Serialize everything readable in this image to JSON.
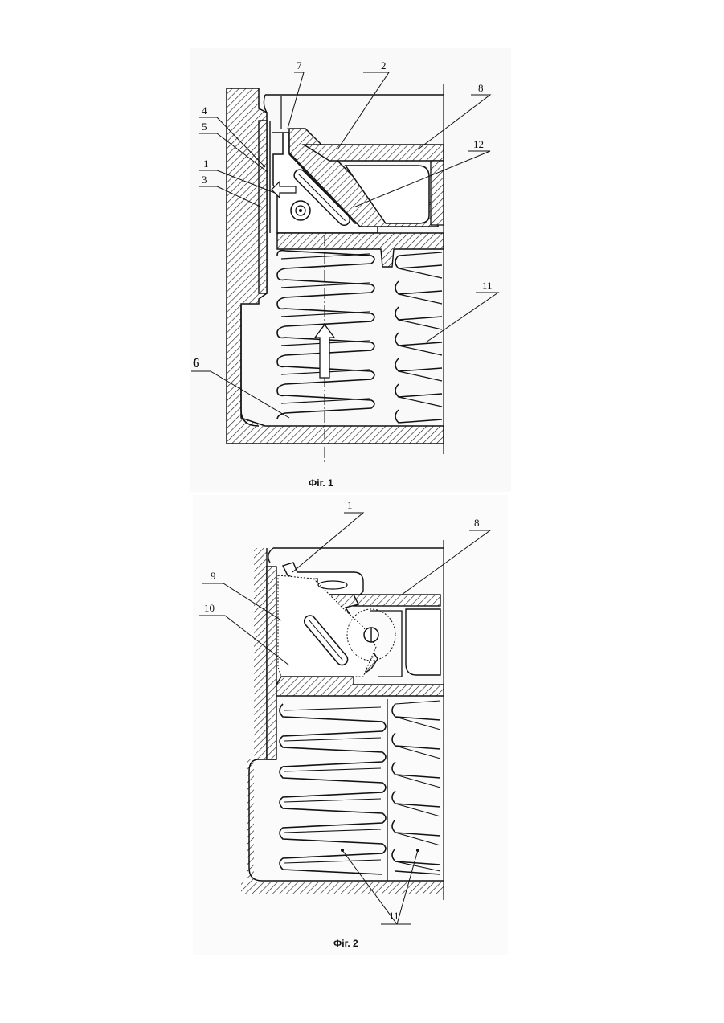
{
  "figure1": {
    "caption": "Фіг. 1",
    "labels": {
      "l7": "7",
      "l2": "2",
      "l8": "8",
      "l4": "4",
      "l5": "5",
      "l1": "1",
      "l3": "3",
      "l12": "12",
      "l11": "11",
      "l6": "6"
    }
  },
  "figure2": {
    "caption": "Фіг. 2",
    "labels": {
      "l1": "1",
      "l8": "8",
      "l9": "9",
      "l10": "10",
      "l11": "11"
    }
  }
}
